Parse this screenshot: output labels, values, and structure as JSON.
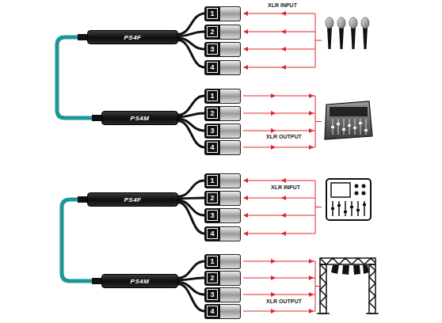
{
  "diagram": {
    "nodes": [
      {
        "text": [
          "PS4F"
        ]
      },
      {
        "text": [
          "1"
        ]
      },
      {
        "text": [
          "2"
        ]
      },
      {
        "text": [
          "3"
        ]
      },
      {
        "text": [
          "4"
        ]
      },
      {
        "text": [
          "PS4M"
        ]
      },
      {
        "text": [
          "1"
        ]
      },
      {
        "text": [
          "2"
        ]
      },
      {
        "text": [
          "3"
        ]
      },
      {
        "text": [
          "4"
        ]
      },
      {
        "text": [
          "PS4F"
        ]
      },
      {
        "text": [
          "1"
        ]
      },
      {
        "text": [
          "2"
        ]
      },
      {
        "text": [
          "3"
        ]
      },
      {
        "text": [
          "4"
        ]
      },
      {
        "text": [
          "PS4M"
        ]
      },
      {
        "text": [
          "1"
        ]
      },
      {
        "text": [
          "2"
        ]
      },
      {
        "text": [
          "3"
        ]
      },
      {
        "text": [
          "4"
        ]
      }
    ],
    "edges": [
      {
        "from": 0,
        "to": 1,
        "arrow": "none"
      },
      {
        "from": 0,
        "to": 2,
        "arrow": "none"
      },
      {
        "from": 0,
        "to": 3,
        "arrow": "none"
      },
      {
        "from": 0,
        "to": 4,
        "arrow": "none"
      },
      {
        "from": 5,
        "to": 6,
        "arrow": "none"
      },
      {
        "from": 5,
        "to": 7,
        "arrow": "none"
      },
      {
        "from": 5,
        "to": 8,
        "arrow": "none"
      },
      {
        "from": 5,
        "to": 9,
        "arrow": "none"
      },
      {
        "from": 0,
        "to": 5,
        "arrow": "none"
      },
      {
        "from": 10,
        "to": 11,
        "arrow": "none"
      },
      {
        "from": 10,
        "to": 12,
        "arrow": "none"
      },
      {
        "from": 10,
        "to": 13,
        "arrow": "none"
      },
      {
        "from": 10,
        "to": 14,
        "arrow": "none"
      },
      {
        "from": 15,
        "to": 16,
        "arrow": "none"
      },
      {
        "from": 15,
        "to": 17,
        "arrow": "none"
      },
      {
        "from": 15,
        "to": 18,
        "arrow": "none"
      },
      {
        "from": 15,
        "to": 19,
        "arrow": "none"
      },
      {
        "from": 10,
        "to": 15,
        "arrow": "none"
      }
    ],
    "labels": [
      "XLR INPUT",
      "XLR OUTPUT",
      "XLR INPUT",
      "XLR OUTPUT"
    ]
  }
}
